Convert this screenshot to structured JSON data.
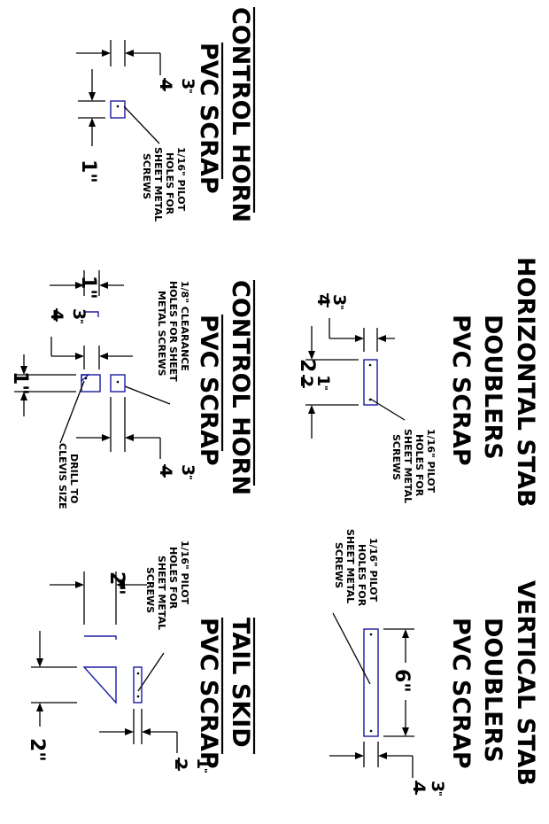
{
  "drawing": {
    "horizontal_stab": {
      "title": "HORIZONTAL STAB",
      "line2": "DOUBLERS",
      "line3": "PVC SCRAP",
      "note": [
        "1/16\" PILOT",
        "HOLES FOR",
        "SHEET METAL",
        "SCREWS"
      ],
      "dim_width": {
        "num": "3",
        "den": "4",
        "unit": "\""
      },
      "dim_length": {
        "whole": "2",
        "num": "1",
        "den": "2",
        "unit": "\""
      }
    },
    "vertical_stab": {
      "title": "VERTICAL STAB",
      "line2": "DOUBLERS",
      "line3": "PVC SCRAP",
      "note": [
        "1/16\" PILOT",
        "HOLES FOR",
        "SHEET METAL",
        "SCREWS"
      ],
      "dim_width": {
        "num": "3",
        "den": "4",
        "unit": "\""
      },
      "dim_length": "6\""
    },
    "control_horn_1": {
      "title": "CONTROL HORN",
      "line2": "PVC SCRAP",
      "note": [
        "1/16\" PILOT",
        "HOLES FOR",
        "SHEET METAL",
        "SCREWS"
      ],
      "dim_width": {
        "num": "3",
        "den": "4",
        "unit": "\""
      },
      "dim_length": "1\""
    },
    "control_horn_2": {
      "title": "CONTROL HORN",
      "line2": "PVC SCRAP",
      "note": [
        "1/8\" CLEARANCE",
        "HOLES FOR SHEET",
        "METAL SCREWS"
      ],
      "note2": [
        "DRILL TO",
        "CLEVIS SIZE"
      ],
      "dim_width_left": {
        "num": "3",
        "den": "4",
        "unit": "\""
      },
      "dim_width_right": {
        "num": "3",
        "den": "4",
        "unit": "\""
      },
      "dim_top": "1\"",
      "dim_side": "1\""
    },
    "tail_skid": {
      "title": "TAIL SKID",
      "line2": "PVC SCRAP",
      "note": [
        "1/16\" PILOT",
        "HOLES FOR",
        "SHEET METAL",
        "SCREWS"
      ],
      "dim_top": "2\"",
      "dim_side": "2\"",
      "dim_width": {
        "num": "1",
        "den": "2",
        "unit": "\""
      }
    }
  }
}
